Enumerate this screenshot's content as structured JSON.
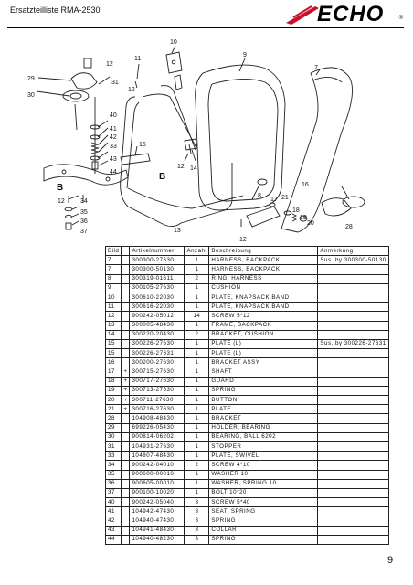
{
  "header": {
    "title": "Ersatzteilliste RMA-2530",
    "logo_text": "ECHO",
    "logo_mark": "®"
  },
  "diagram": {
    "callouts": [
      "10",
      "11",
      "12",
      "9",
      "7",
      "29",
      "31",
      "30",
      "40",
      "41",
      "42",
      "33",
      "43",
      "44",
      "15",
      "12",
      "14",
      "B",
      "B",
      "12",
      "34",
      "35",
      "36",
      "37",
      "13",
      "8",
      "17",
      "21",
      "16",
      "18",
      "19",
      "20",
      "12",
      "28",
      "12"
    ]
  },
  "table": {
    "headers": [
      "Bild",
      "Artikelnummer",
      "Anzahl",
      "Beschreibung",
      "Anmerkung"
    ],
    "rows": [
      {
        "bild": "7",
        "mark": "",
        "art": "300300-27630",
        "anz": "1",
        "desc": "HARNESS, BACKPACK",
        "rem": "Sus. by 300300-50130"
      },
      {
        "bild": "7",
        "mark": "",
        "art": "300300-50130",
        "anz": "1",
        "desc": "HARNESS, BACKPACK",
        "rem": ""
      },
      {
        "bild": "8",
        "mark": "",
        "art": "300319-01611",
        "anz": "2",
        "desc": "RING, HARNESS",
        "rem": ""
      },
      {
        "bild": "9",
        "mark": "",
        "art": "300105-27630",
        "anz": "1",
        "desc": "CUSHION",
        "rem": ""
      },
      {
        "bild": "10",
        "mark": "",
        "art": "300610-22030",
        "anz": "1",
        "desc": "PLATE, KNAPSACK BAND",
        "rem": ""
      },
      {
        "bild": "11",
        "mark": "",
        "art": "300616-22030",
        "anz": "1",
        "desc": "PLATE, KNAPSACK BAND",
        "rem": ""
      },
      {
        "bild": "12",
        "mark": "",
        "art": "900242-05012",
        "anz": "14",
        "desc": "SCREW  5*12",
        "rem": ""
      },
      {
        "bild": "13",
        "mark": "",
        "art": "300005-48430",
        "anz": "1",
        "desc": "FRAME, BACKPACK",
        "rem": ""
      },
      {
        "bild": "14",
        "mark": "",
        "art": "300220-20430",
        "anz": "2",
        "desc": "BRACKET, CUSHION",
        "rem": ""
      },
      {
        "bild": "15",
        "mark": "",
        "art": "300226-27630",
        "anz": "1",
        "desc": "PLATE (L)",
        "rem": "Sus. by 300226-27631"
      },
      {
        "bild": "15",
        "mark": "",
        "art": "300226-27631",
        "anz": "1",
        "desc": "PLATE (L)",
        "rem": ""
      },
      {
        "bild": "16",
        "mark": "",
        "art": "300200-27630",
        "anz": "1",
        "desc": "BRACKET ASSY",
        "rem": ""
      },
      {
        "bild": "17",
        "mark": "+",
        "art": "300715-27630",
        "anz": "1",
        "desc": "SHAFT",
        "rem": ""
      },
      {
        "bild": "18",
        "mark": "+",
        "art": "300717-27630",
        "anz": "1",
        "desc": "GUARD",
        "rem": ""
      },
      {
        "bild": "19",
        "mark": "+",
        "art": "300713-27630",
        "anz": "1",
        "desc": "SPRING",
        "rem": ""
      },
      {
        "bild": "20",
        "mark": "+",
        "art": "300711-27630",
        "anz": "1",
        "desc": "BUTTON",
        "rem": ""
      },
      {
        "bild": "21",
        "mark": "+",
        "art": "300716-27630",
        "anz": "1",
        "desc": "PLATE",
        "rem": ""
      },
      {
        "bild": "28",
        "mark": "",
        "art": "104908-48430",
        "anz": "1",
        "desc": "BRACKET",
        "rem": ""
      },
      {
        "bild": "29",
        "mark": "",
        "art": "699226-05430",
        "anz": "1",
        "desc": "HOLDER, BEARING",
        "rem": ""
      },
      {
        "bild": "30",
        "mark": "",
        "art": "900814-06202",
        "anz": "1",
        "desc": "BEARING, BALL  6202",
        "rem": ""
      },
      {
        "bild": "31",
        "mark": "",
        "art": "104931-27630",
        "anz": "1",
        "desc": "STOPPER",
        "rem": ""
      },
      {
        "bild": "33",
        "mark": "",
        "art": "104807-48430",
        "anz": "1",
        "desc": "PLATE, SWIVEL",
        "rem": ""
      },
      {
        "bild": "34",
        "mark": "",
        "art": "900242-04010",
        "anz": "2",
        "desc": "SCREW  4*10",
        "rem": ""
      },
      {
        "bild": "35",
        "mark": "",
        "art": "900600-00010",
        "anz": "1",
        "desc": "WASHER 10",
        "rem": ""
      },
      {
        "bild": "36",
        "mark": "",
        "art": "900605-00010",
        "anz": "1",
        "desc": "WASHER, SPRING  10",
        "rem": ""
      },
      {
        "bild": "37",
        "mark": "",
        "art": "900100-10020",
        "anz": "1",
        "desc": "BOLT  10*20",
        "rem": ""
      },
      {
        "bild": "40",
        "mark": "",
        "art": "900242-05040",
        "anz": "3",
        "desc": "SCREW  5*40",
        "rem": ""
      },
      {
        "bild": "41",
        "mark": "",
        "art": "104942-47430",
        "anz": "3",
        "desc": "SEAT, SPRING",
        "rem": ""
      },
      {
        "bild": "42",
        "mark": "",
        "art": "104940-47430",
        "anz": "3",
        "desc": "SPRING",
        "rem": ""
      },
      {
        "bild": "43",
        "mark": "",
        "art": "104941-48430",
        "anz": "3",
        "desc": "COLLAR",
        "rem": ""
      },
      {
        "bild": "44",
        "mark": "",
        "art": "104940-48230",
        "anz": "3",
        "desc": "SPRING",
        "rem": ""
      }
    ]
  },
  "page_number": "9"
}
